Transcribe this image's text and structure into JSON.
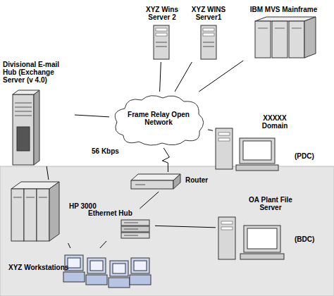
{
  "diagram": {
    "nodes": [
      {
        "text": [
          "XYZ Wins Server 2"
        ]
      },
      {
        "text": [
          "XYZ WINS Server1"
        ]
      },
      {
        "text": [
          "IBM MVS Mainframe"
        ]
      },
      {
        "text": [
          "Divisional E-mail Hub (Exchange Server (v 4.0)"
        ]
      },
      {
        "text": [
          "Frame Relay Open Network"
        ]
      },
      {
        "text": [
          "XXXXX Domain",
          "(PDC)"
        ]
      },
      {
        "text": [
          "Router"
        ]
      },
      {
        "text": [
          "HP 3000"
        ]
      },
      {
        "text": [
          "Ethernet Hub"
        ]
      },
      {
        "text": [
          "OA Plant File Server",
          "(BDC)"
        ]
      },
      {
        "text": [
          "XYZ Workstations"
        ]
      }
    ],
    "edges": [
      {
        "from": 4,
        "to": 0,
        "arrow": "none"
      },
      {
        "from": 4,
        "to": 1,
        "arrow": "none"
      },
      {
        "from": 4,
        "to": 2,
        "arrow": "none"
      },
      {
        "from": 4,
        "to": 3,
        "arrow": "none"
      },
      {
        "from": 4,
        "to": 5,
        "arrow": "none"
      },
      {
        "from": 4,
        "to": 6,
        "label": "56 Kbps",
        "arrow": "none"
      },
      {
        "from": 3,
        "to": 7,
        "arrow": "none"
      },
      {
        "from": 6,
        "to": 8,
        "arrow": "none"
      },
      {
        "from": 8,
        "to": 9,
        "arrow": "none"
      },
      {
        "from": 8,
        "to": 10,
        "arrow": "none"
      },
      {
        "from": 7,
        "to": 10,
        "arrow": "none"
      }
    ]
  }
}
